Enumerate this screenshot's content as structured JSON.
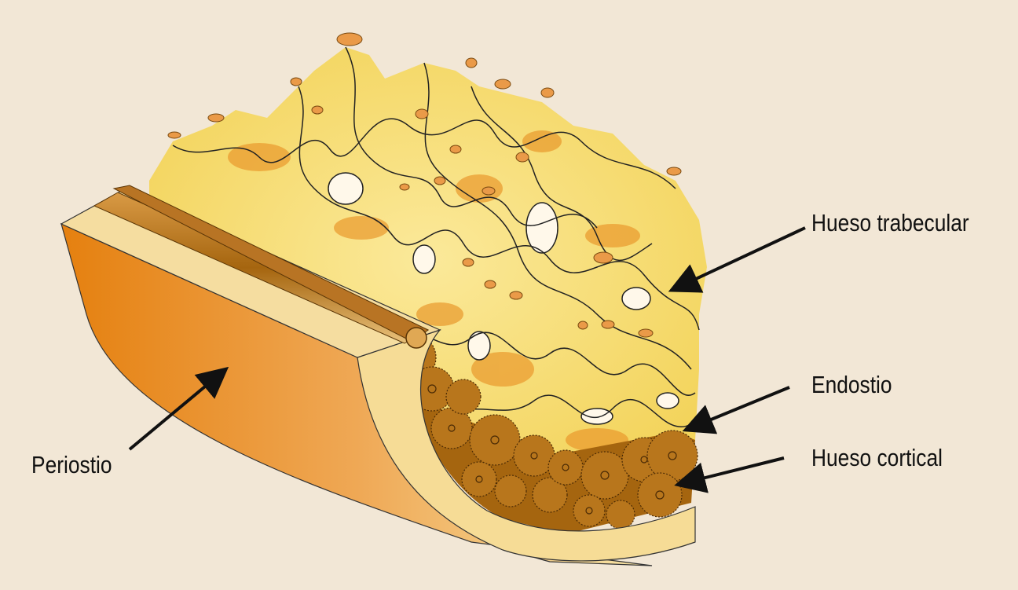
{
  "title": "Estructura del hueso",
  "labels": {
    "trabecular": "Hueso trabecular",
    "endostio": "Endostio",
    "cortical": "Hueso cortical",
    "periostio": "Periostio"
  },
  "colors": {
    "background": "#f2e7d6",
    "trabecular": "#f7e07a",
    "cortical": "#a5650f",
    "periosteum": "#e8891a"
  }
}
